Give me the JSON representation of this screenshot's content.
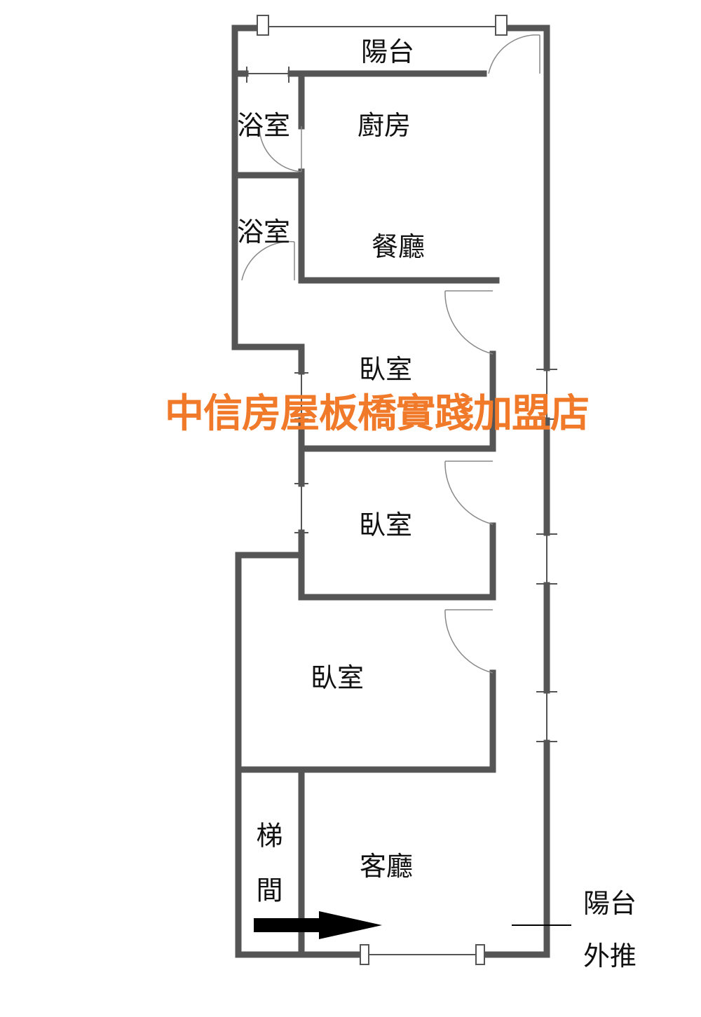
{
  "rooms": {
    "balcony_top": "陽台",
    "bath1": "浴室",
    "kitchen": "廚房",
    "bath2": "浴室",
    "dining": "餐廳",
    "bedroom1": "臥室",
    "bedroom2": "臥室",
    "bedroom3": "臥室",
    "stair": "梯間",
    "living": "客廳"
  },
  "annotation": {
    "line1": "陽台",
    "line2": "外推"
  },
  "watermark": "中信房屋板橋實踐加盟店",
  "colors": {
    "wall": "#555555",
    "watermark": "#f07a2a"
  }
}
